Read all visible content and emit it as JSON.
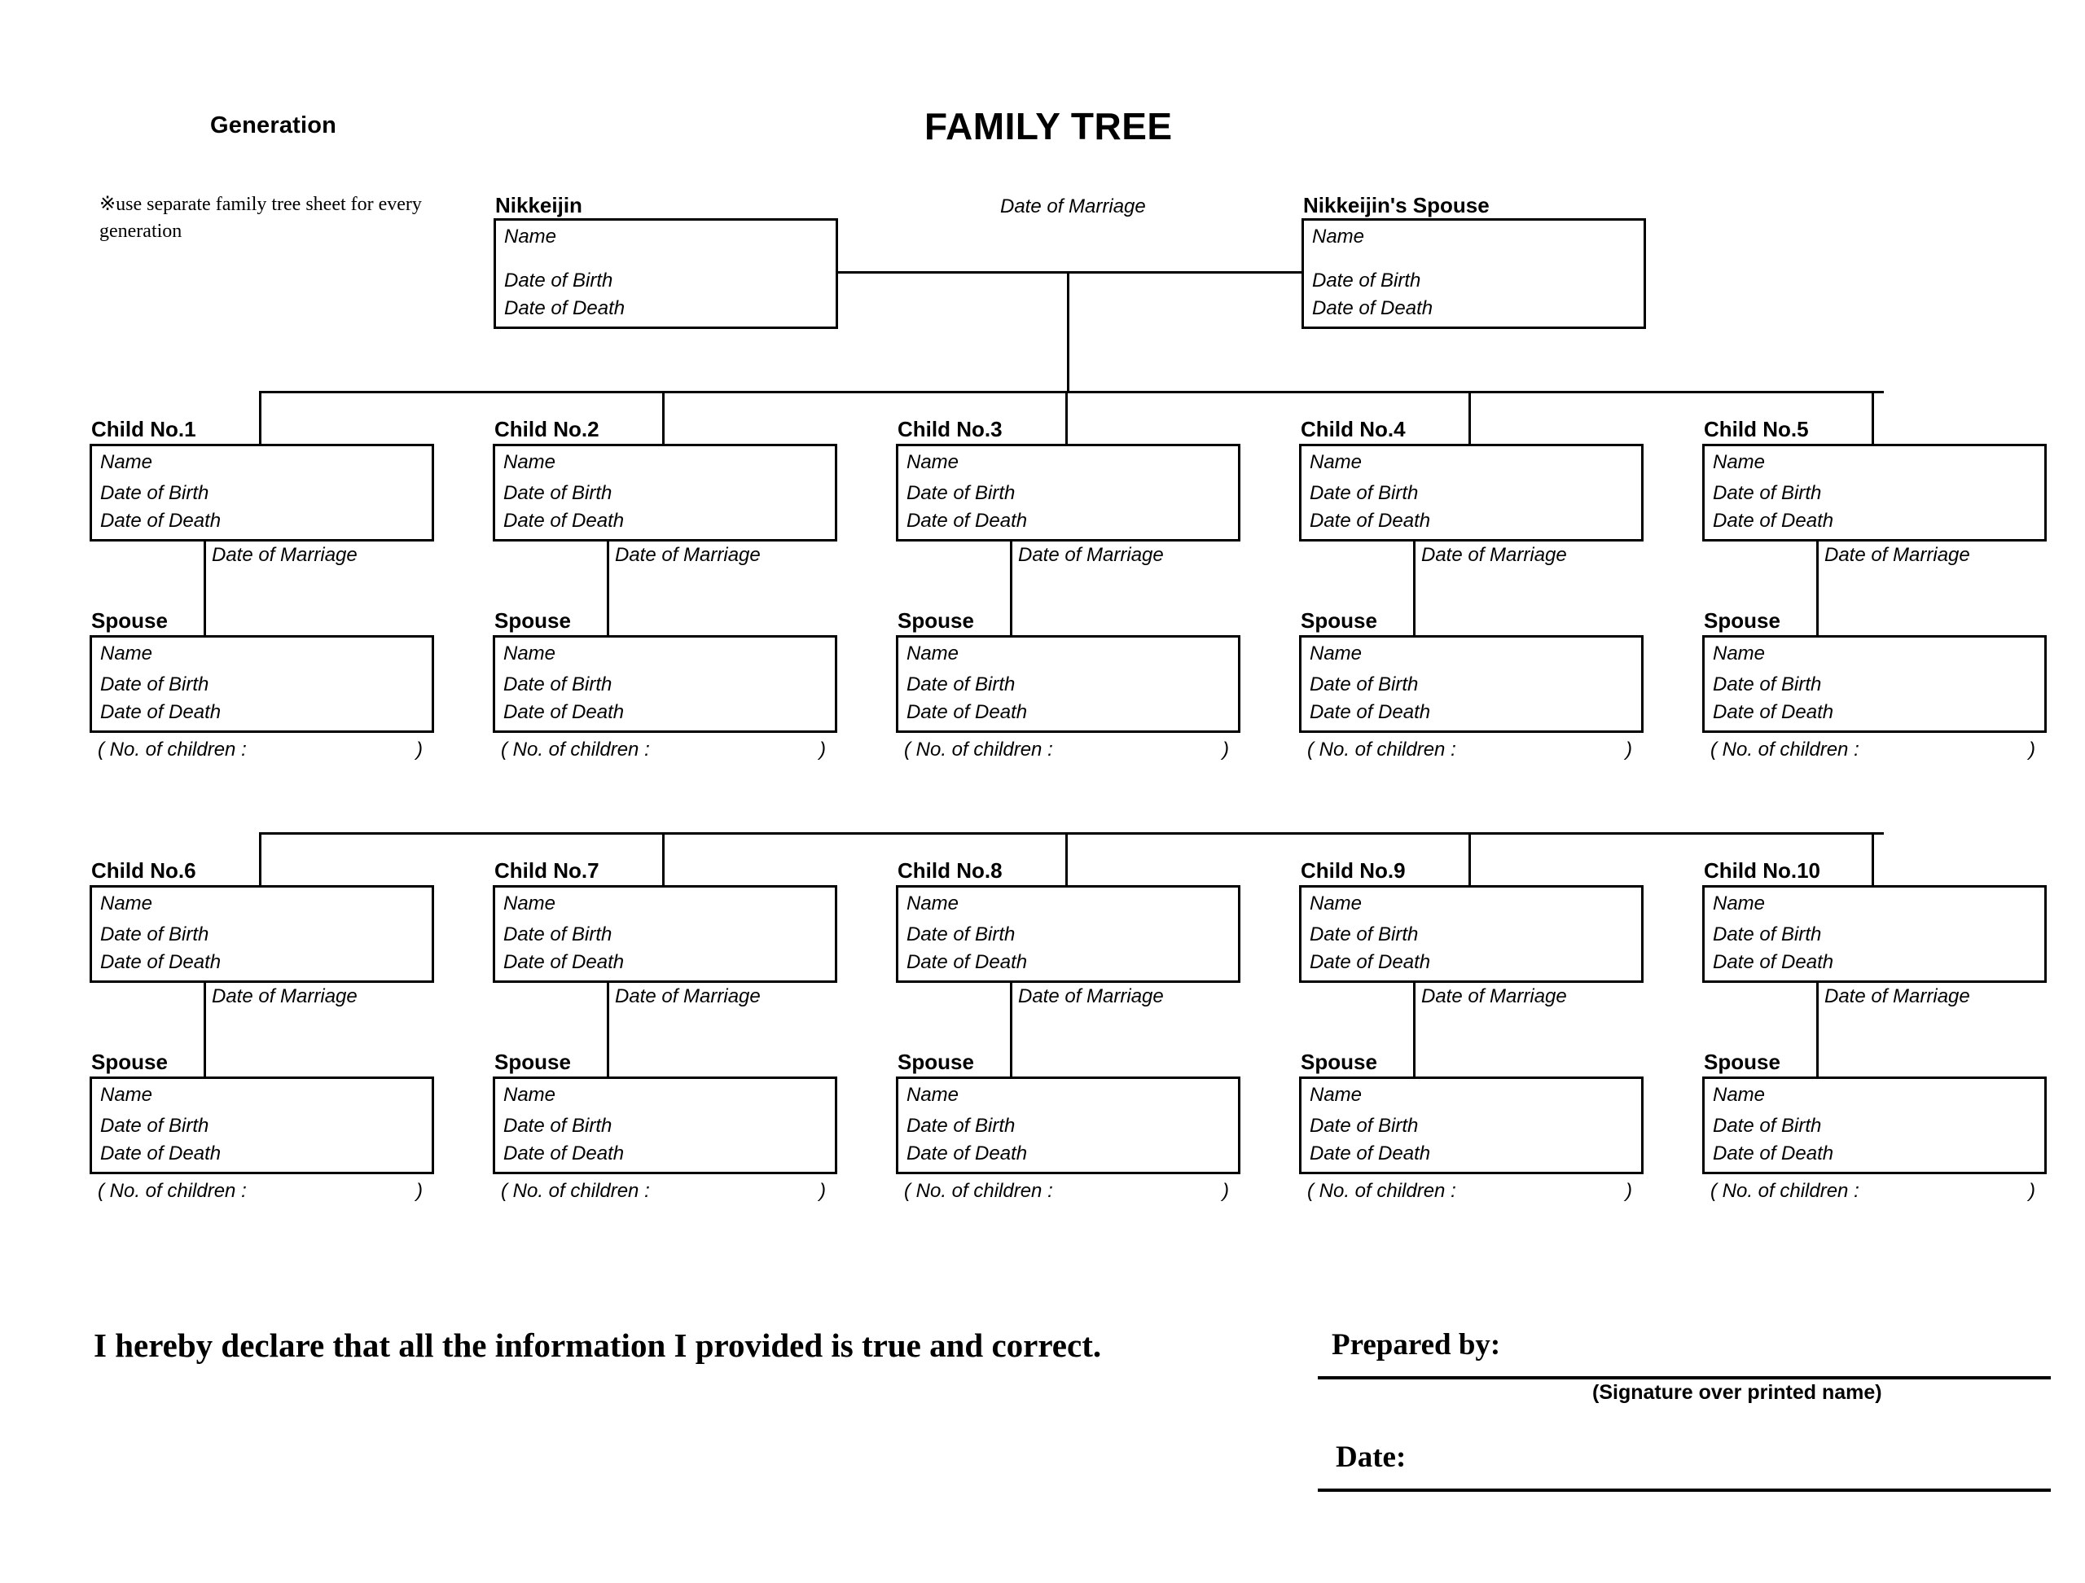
{
  "header": {
    "generation_label": "Generation",
    "title": "FAMILY TREE",
    "note": "※use separate family tree sheet for every generation"
  },
  "fields": {
    "name": "Name",
    "date_of_birth": "Date of Birth",
    "date_of_death": "Date of Death",
    "date_of_marriage": "Date of Marriage",
    "no_of_children_open": "( No. of children :",
    "no_of_children_close": ")"
  },
  "root": {
    "nikkeijin_label": "Nikkeijin",
    "spouse_label": "Nikkeijin's Spouse",
    "marriage_label": "Date of Marriage"
  },
  "children": [
    {
      "label": "Child No.1",
      "spouse_label": "Spouse"
    },
    {
      "label": "Child No.2",
      "spouse_label": "Spouse"
    },
    {
      "label": "Child No.3",
      "spouse_label": "Spouse"
    },
    {
      "label": "Child No.4",
      "spouse_label": "Spouse"
    },
    {
      "label": "Child No.5",
      "spouse_label": "Spouse"
    },
    {
      "label": "Child No.6",
      "spouse_label": "Spouse"
    },
    {
      "label": "Child No.7",
      "spouse_label": "Spouse"
    },
    {
      "label": "Child No.8",
      "spouse_label": "Spouse"
    },
    {
      "label": "Child No.9",
      "spouse_label": "Spouse"
    },
    {
      "label": "Child No.10",
      "spouse_label": "Spouse"
    }
  ],
  "footer": {
    "declaration": "I hereby declare that all the information I provided is true and correct.",
    "prepared_by_label": "Prepared by:",
    "signature_caption": "(Signature over printed name)",
    "date_label": "Date:"
  },
  "colors": {
    "ink": "#000000",
    "paper": "#ffffff"
  }
}
